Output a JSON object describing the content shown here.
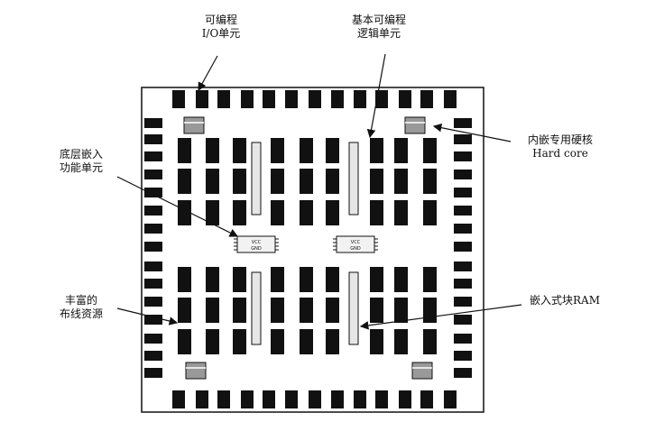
{
  "labels": {
    "io_unit": [
      "可编程",
      "I/O单元"
    ],
    "logic_unit": [
      "基本可编程",
      "逻辑单元"
    ],
    "hard_core": [
      "内嵌专用硬核",
      "Hard core"
    ],
    "embedded_func": [
      "底层嵌入",
      "功能单元"
    ],
    "routing": [
      "丰富的",
      "布线资源"
    ],
    "block_ram": [
      "嵌入式块RAM"
    ]
  },
  "chip_pin_labels": [
    "VCC",
    "GND"
  ],
  "colors": {
    "block": "#111111",
    "ram": "#e6e6e6",
    "outline": "#111111",
    "hardcore": "#999999"
  }
}
